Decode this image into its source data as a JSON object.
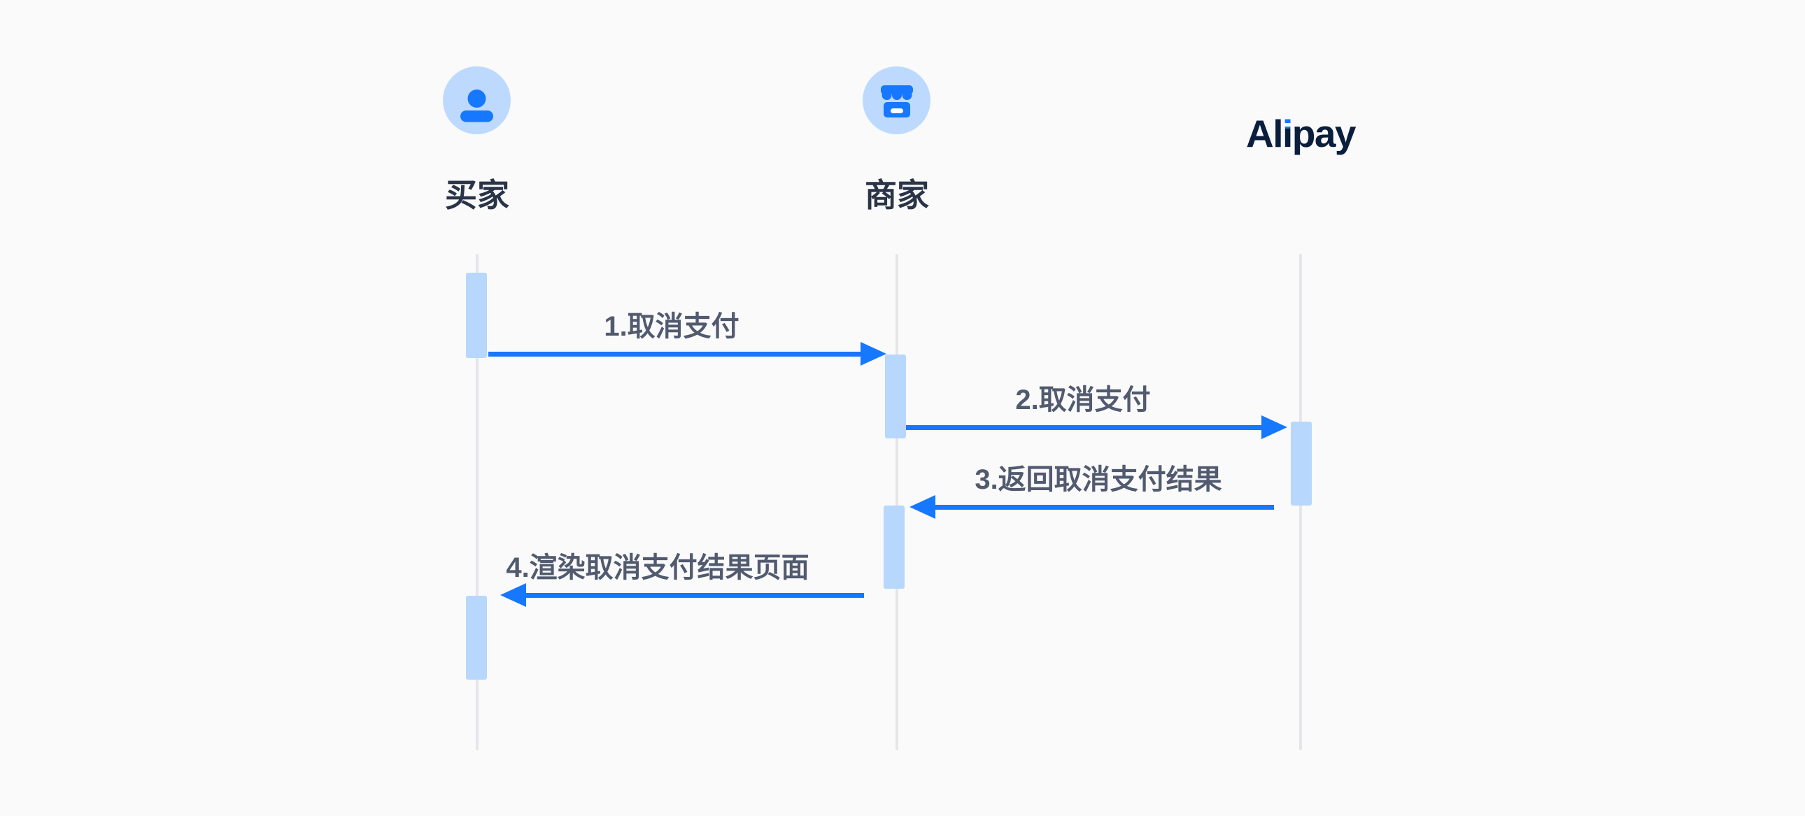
{
  "actors": [
    {
      "id": "buyer",
      "label": "买家",
      "icon": "person-icon"
    },
    {
      "id": "merchant",
      "label": "商家",
      "icon": "store-icon"
    },
    {
      "id": "alipay",
      "label": "Alipay",
      "icon": "alipay-wordmark"
    }
  ],
  "messages": [
    {
      "seq": 1,
      "label": "1.取消支付",
      "from": "buyer",
      "to": "merchant",
      "direction": "right"
    },
    {
      "seq": 2,
      "label": "2.取消支付",
      "from": "merchant",
      "to": "alipay",
      "direction": "right"
    },
    {
      "seq": 3,
      "label": "3.返回取消支付结果",
      "from": "alipay",
      "to": "merchant",
      "direction": "left"
    },
    {
      "seq": 4,
      "label": "4.渲染取消支付结果页面",
      "from": "merchant",
      "to": "buyer",
      "direction": "left"
    }
  ],
  "colors": {
    "background": "#FAFAFB",
    "arrow_blue": "#1677FF",
    "icon_blue": "#1677FF",
    "activation_fill": "#B7D7FD",
    "avatar_background": "#BDDAFE",
    "lifeline_gray": "#E6E6EA",
    "message_text": "#515A6E",
    "actor_text": "#2A3447",
    "logo_navy": "#0B1E3C"
  }
}
